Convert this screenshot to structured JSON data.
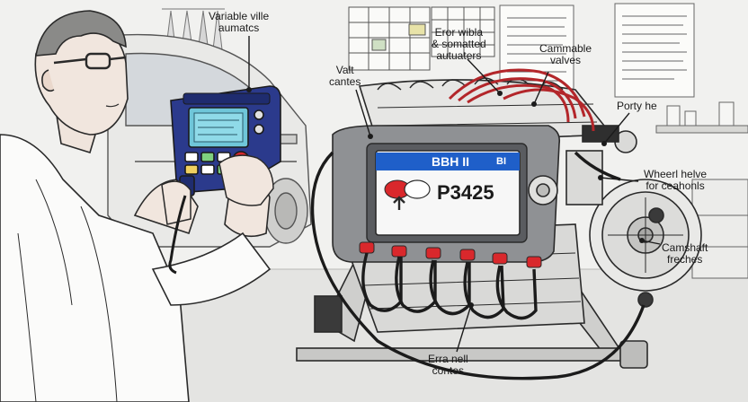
{
  "callouts": {
    "variable_valve_actuators": [
      "Variable ville",
      "aumatcs"
    ],
    "valt_cantes": [
      "Valt",
      "cantes"
    ],
    "error_actuators": [
      "Eror wibla",
      "& somatted",
      "autuaters"
    ],
    "cammable_valves": [
      "Cammable",
      "valves"
    ],
    "porty_he": [
      "Porty he"
    ],
    "wheel_helve": [
      "Wheerl helve",
      "for ceahonls"
    ],
    "camshaft_freches": [
      "Camshaft",
      "freches"
    ],
    "erra_nell_contes": [
      "Erra nell",
      "contes"
    ]
  },
  "engine_display": {
    "header_text": "BBH II",
    "header_right": "BI",
    "error_code": "P3425"
  },
  "colors": {
    "display_blue": "#1f5fc9",
    "error_red": "#d9282c",
    "scanner_blue": "#2b3a8c",
    "wire_red": "#b3262a",
    "line_ink": "#2a2a2a"
  }
}
